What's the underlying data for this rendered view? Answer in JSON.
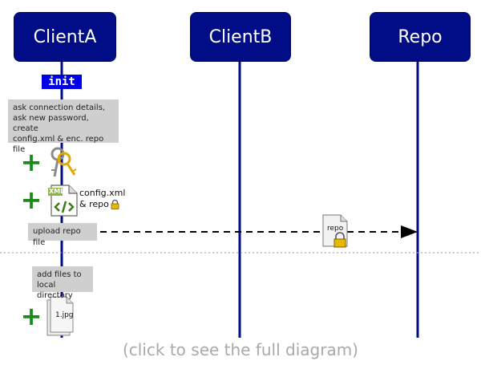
{
  "actors": [
    {
      "name": "ClientA"
    },
    {
      "name": "ClientB"
    },
    {
      "name": "Repo"
    }
  ],
  "init_label": "init",
  "notes": {
    "connection": [
      "ask connection details,",
      "ask new password, create",
      "config.xml & enc. repo file"
    ],
    "upload": "upload repo file",
    "add_files": [
      "add files to",
      "local directory"
    ]
  },
  "artifacts": {
    "config_label": [
      "config.xml",
      "& repo"
    ],
    "xml_tag": "XML",
    "repo_doc_label": "repo",
    "jpg_doc_label": "1.jpg",
    "plus_symbol": "+"
  },
  "footer": "(click to see the full diagram)",
  "colors": {
    "actor": "#000d87",
    "lifeline": "#000d87",
    "init": "#0000e8",
    "note": "#cfcfcf",
    "plus": "#1a8a1a",
    "lock": "#e8b800",
    "key": "#e0a800",
    "footer": "#a9a9a9"
  },
  "icons": [
    "key-icon",
    "xml-document-icon",
    "lock-icon",
    "repo-document-icon",
    "jpg-document-icon",
    "plus-icon",
    "arrow-head-icon"
  ]
}
